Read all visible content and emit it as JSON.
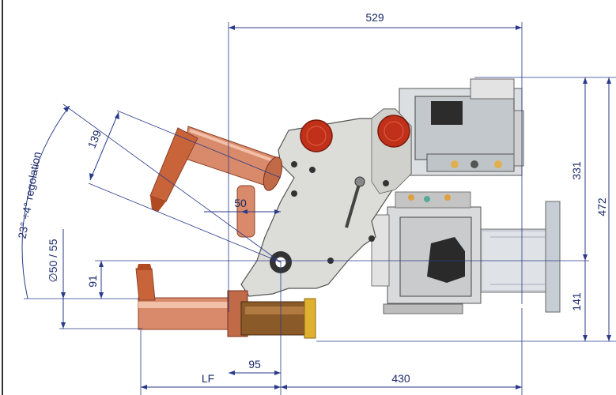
{
  "drawing": {
    "dimensions": {
      "top_width": "529",
      "total_height": "472",
      "upper_height": "331",
      "lower_height": "141",
      "bottom_right": "430",
      "bottom_offset": "95",
      "bottom_left": "LF",
      "arm_gap": "139",
      "arm_offset": "50",
      "electrode_dia": "∅50 / 55",
      "electrode_offset": "91",
      "angle_regulation": "23° ÷4° regolation"
    },
    "colors": {
      "frame": "#d9d9d6",
      "copper": "#c9734a",
      "copper_dark": "#a9552d",
      "red_cap": "#c0301a",
      "actuator": "#cfd3d6",
      "dimension": "#2a3a8a"
    }
  }
}
